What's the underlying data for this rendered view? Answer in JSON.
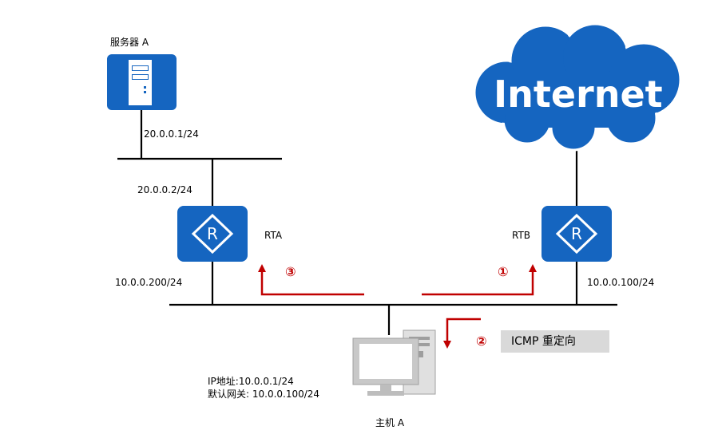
{
  "server": {
    "label": "服务器 A",
    "ip": "20.0.0.1/24"
  },
  "rta": {
    "label": "RTA",
    "ip_upper": "20.0.0.2/24",
    "ip_lower": "10.0.0.200/24",
    "icon_letter": "R"
  },
  "rtb": {
    "label": "RTB",
    "ip": "10.0.0.100/24",
    "icon_letter": "R"
  },
  "internet": {
    "label": "Internet"
  },
  "host": {
    "label": "主机 A",
    "ip_line": "IP地址:10.0.0.1/24",
    "gateway_line": "默认网关: 10.0.0.100/24"
  },
  "steps": {
    "step1": "①",
    "step2": "②",
    "step3": "③",
    "icmp_label": "ICMP 重定向"
  },
  "colors": {
    "device_blue": "#1565c0",
    "arrow_red": "#c00000",
    "icmp_bg": "#d9d9d9"
  },
  "icons": {
    "server": "server-icon",
    "router": "router-icon",
    "cloud": "cloud-icon",
    "host": "desktop-computer-icon"
  }
}
